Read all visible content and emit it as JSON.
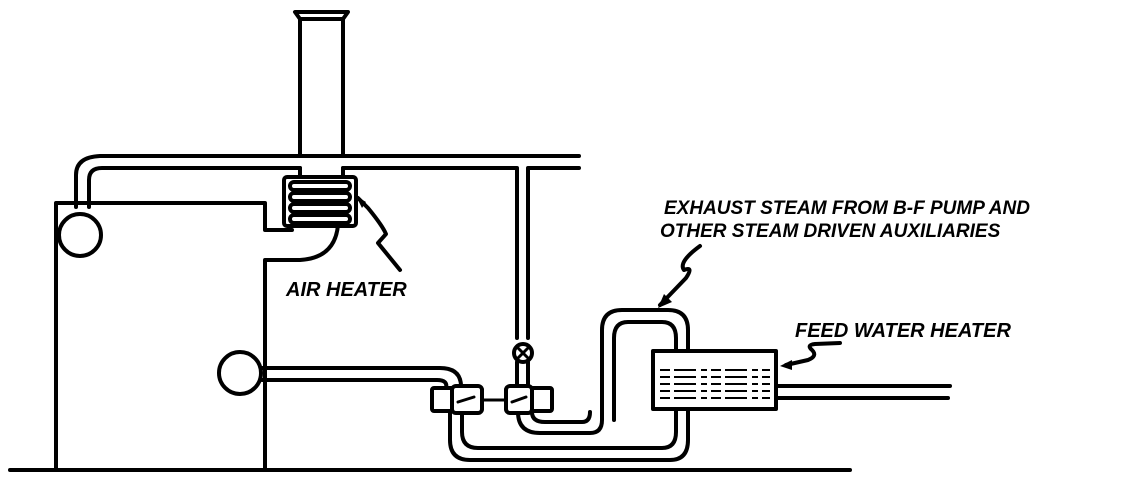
{
  "diagram": {
    "title": "Boiler plant schematic with air heater and feed water heater",
    "labels": {
      "air_heater": "AIR HEATER",
      "exhaust_line1": "EXHAUST STEAM FROM  B-F PUMP AND",
      "exhaust_line2": "OTHER STEAM DRIVEN AUXILIARIES",
      "feed_water_heater": "FEED WATER HEATER"
    },
    "components": [
      {
        "id": "boiler",
        "name": "Boiler setting"
      },
      {
        "id": "stack",
        "name": "Chimney stack"
      },
      {
        "id": "upper-drum",
        "name": "Steam drum"
      },
      {
        "id": "lower-drum",
        "name": "Water drum"
      },
      {
        "id": "air-heater",
        "name": "Air heater"
      },
      {
        "id": "steam-line",
        "name": "Main steam line"
      },
      {
        "id": "valve",
        "name": "Steam valve"
      },
      {
        "id": "pump-1",
        "name": "Boiler feed pump"
      },
      {
        "id": "pump-2",
        "name": "Steam-driven pump"
      },
      {
        "id": "exhaust-loop",
        "name": "Exhaust steam loop"
      },
      {
        "id": "feed-water-heater",
        "name": "Feed water heater"
      },
      {
        "id": "feed-line",
        "name": "Feed water outlet line"
      }
    ]
  }
}
